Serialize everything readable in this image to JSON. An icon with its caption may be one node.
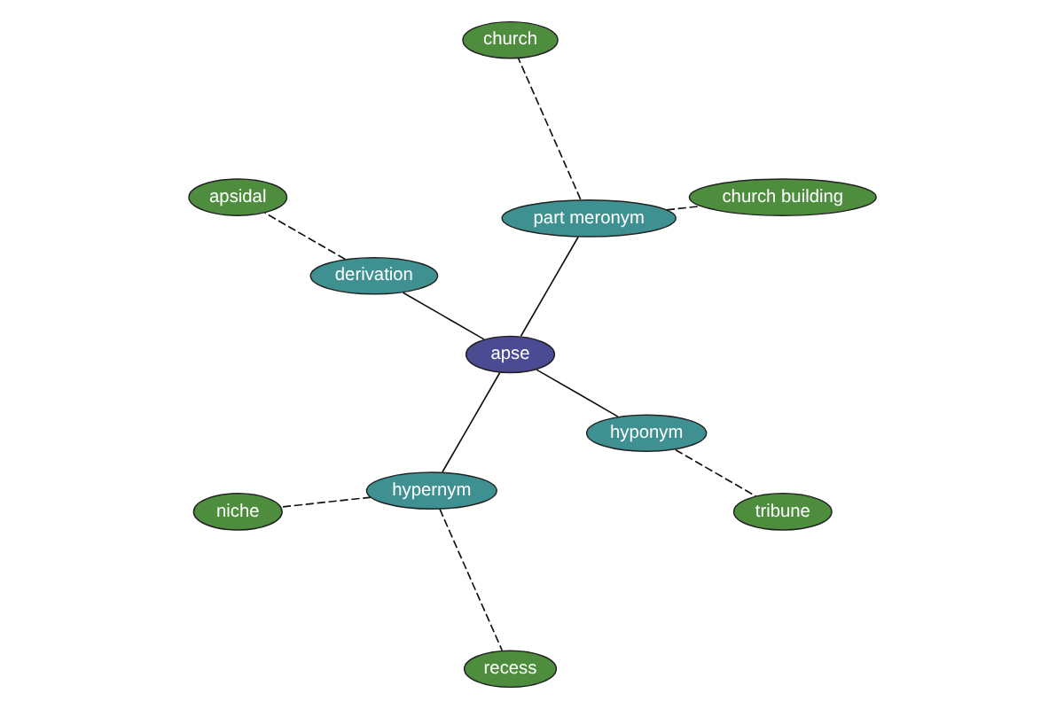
{
  "diagram": {
    "nodes": [
      {
        "text": [
          "church building"
        ]
      },
      {
        "text": [
          "church"
        ]
      },
      {
        "text": [
          "part meronym"
        ]
      },
      {
        "text": [
          "apsidal"
        ]
      },
      {
        "text": [
          "derivation"
        ]
      },
      {
        "text": [
          "apse"
        ]
      },
      {
        "text": [
          "niche"
        ]
      },
      {
        "text": [
          "hypernym"
        ]
      },
      {
        "text": [
          "hyponym"
        ]
      },
      {
        "text": [
          "tribune"
        ]
      },
      {
        "text": [
          "recess"
        ]
      }
    ],
    "edges": [
      {
        "from": 5,
        "to": 2,
        "arrow": "none"
      },
      {
        "from": 5,
        "to": 4,
        "arrow": "none"
      },
      {
        "from": 5,
        "to": 7,
        "arrow": "none"
      },
      {
        "from": 5,
        "to": 8,
        "arrow": "none"
      },
      {
        "from": 2,
        "to": 0,
        "arrow": "none",
        "style": "dashed"
      },
      {
        "from": 2,
        "to": 1,
        "arrow": "none",
        "style": "dashed"
      },
      {
        "from": 4,
        "to": 3,
        "arrow": "none",
        "style": "dashed"
      },
      {
        "from": 7,
        "to": 6,
        "arrow": "none",
        "style": "dashed"
      },
      {
        "from": 7,
        "to": 10,
        "arrow": "none",
        "style": "dashed"
      },
      {
        "from": 8,
        "to": 9,
        "arrow": "none",
        "style": "dashed"
      }
    ]
  }
}
